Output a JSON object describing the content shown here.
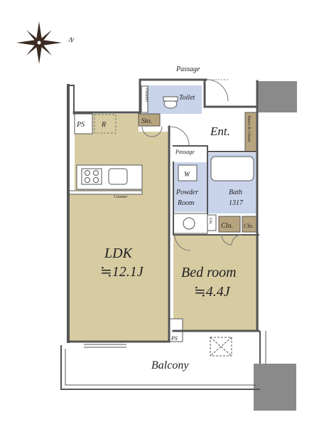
{
  "colors": {
    "ldk": "#d7cba2",
    "bedroom": "#d7cba2",
    "wet": "#c9d3ea",
    "storage": "#b7a47f",
    "wall": "#555555",
    "gray_block": "#8a8a8a"
  },
  "compass": {
    "icon": "compass-rose-icon",
    "north_mark": "N"
  },
  "rooms": {
    "ldk": {
      "name": "LDK",
      "size": "≒12.1J"
    },
    "bedroom": {
      "name": "Bed room",
      "size": "≒4.4J"
    },
    "toilet": "Toilet",
    "entrance": "Ent.",
    "powder_room": {
      "line1": "Powder",
      "line2": "Room"
    },
    "bath": {
      "line1": "Bath",
      "line2": "1317"
    },
    "balcony": "Balcony"
  },
  "labels": {
    "passage_top": "Passage",
    "passage_inner": "Passage",
    "ps_top": "PS",
    "ps_bottom": "PS",
    "refrigerator": "R",
    "storage": "Sto.",
    "washer": "W",
    "closet1": "Clo.",
    "closet2": "Clo.",
    "shoes_closet": "Shoes In Closet",
    "counter_toilet": "Counter",
    "counter_kitchen": "Counter",
    "linen": "Lin."
  }
}
